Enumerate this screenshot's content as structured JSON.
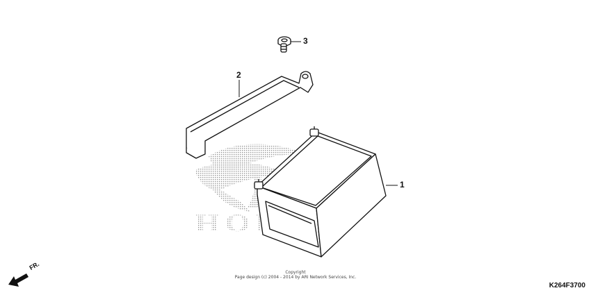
{
  "parts": [
    {
      "number": "1",
      "name": "battery"
    },
    {
      "number": "2",
      "name": "battery-band"
    },
    {
      "number": "3",
      "name": "bolt"
    }
  ],
  "watermark": {
    "text": "HONDA"
  },
  "front_indicator": {
    "label": "FR."
  },
  "copyright": {
    "line1": "Copyright",
    "line2": "Page design (c) 2004 - 2014 by ARI Network Services, Inc."
  },
  "diagram_code": "K264F3700"
}
